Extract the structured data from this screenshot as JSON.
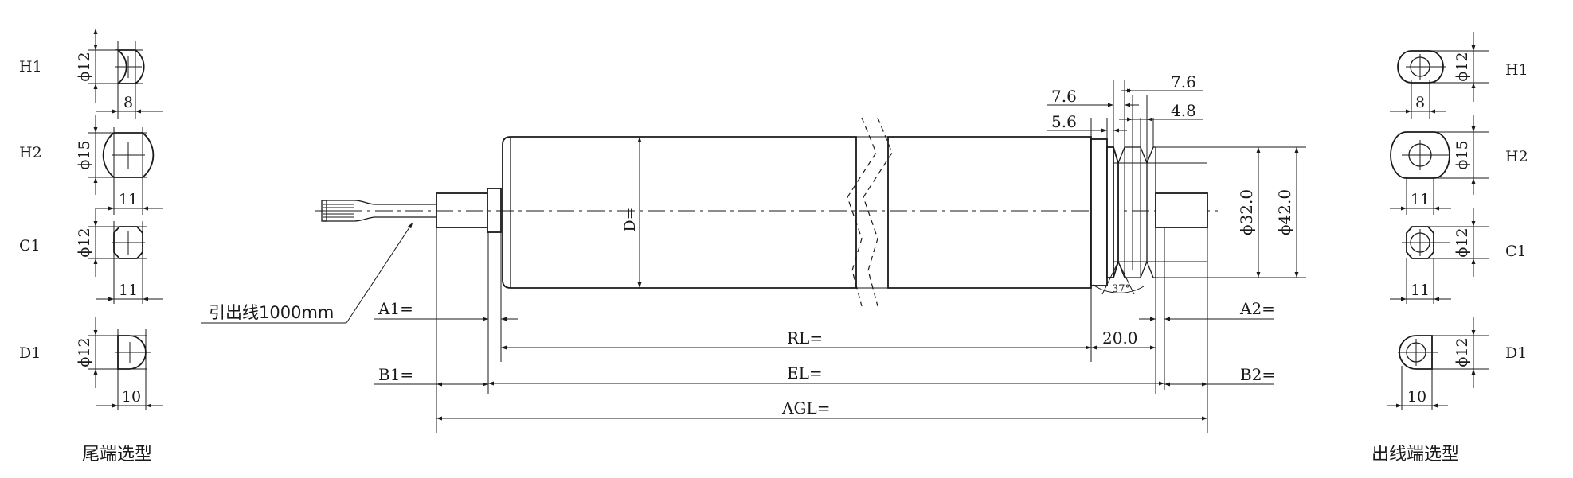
{
  "tail": {
    "title": "尾端选型",
    "types": [
      {
        "code": "H1",
        "diameter": "ϕ12",
        "width": "8"
      },
      {
        "code": "H2",
        "diameter": "ϕ15",
        "width": "11"
      },
      {
        "code": "C1",
        "diameter": "ϕ12",
        "width": "11"
      },
      {
        "code": "D1",
        "diameter": "ϕ12",
        "width": "10"
      }
    ]
  },
  "outlet": {
    "title": "出线端选型",
    "types": [
      {
        "code": "H1",
        "diameter": "ϕ12",
        "width": "8"
      },
      {
        "code": "H2",
        "diameter": "ϕ15",
        "width": "11"
      },
      {
        "code": "C1",
        "diameter": "ϕ12",
        "width": "11"
      },
      {
        "code": "D1",
        "diameter": "ϕ12",
        "width": "10"
      }
    ]
  },
  "main": {
    "lead_wire": "引出线1000mm",
    "tube_diameter": "D=",
    "groove_top_left_1": "7.6",
    "groove_top_left_2": "5.6",
    "groove_top_right_1": "7.6",
    "groove_top_right_2": "4.8",
    "groove_dia_small": "ϕ32.0",
    "groove_dia_large": "ϕ42.0",
    "groove_angle": "37°",
    "groove_offset": "20.0",
    "dim_a1": "A1=",
    "dim_a2": "A2=",
    "dim_b1": "B1=",
    "dim_b2": "B2=",
    "dim_rl": "RL=",
    "dim_el": "EL=",
    "dim_agl": "AGL="
  }
}
